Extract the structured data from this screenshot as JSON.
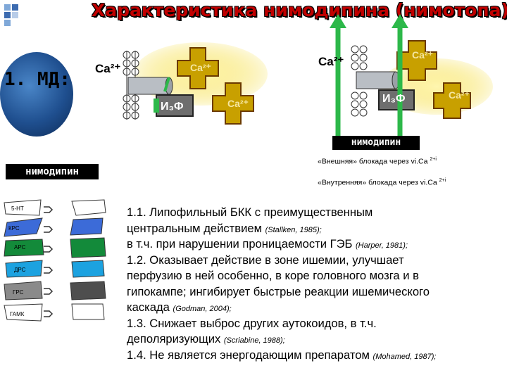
{
  "title": "Характеристика нимодипина (нимотопа)",
  "md_label": "1. МД:",
  "ion_label": "Ca²⁺",
  "ip3_label": "И₃Ф",
  "drug_bar_top": "нимодипин",
  "drug_bar_left": "нимодипин",
  "bullets": [
    {
      "text": "«Внешняя» блокада через vi.Ca ",
      "sup": "2+i"
    },
    {
      "text": "«Внутренняя» блокада через vi.Ca ",
      "sup": "2+i"
    }
  ],
  "cell_types": [
    "5-НТ",
    "КРС",
    "АРС",
    "ДРС",
    "ГРС",
    "ГАМК"
  ],
  "paragraphs": [
    {
      "lines": [
        {
          "text": "1.1. Липофильный БКК с преимущественным",
          "cite": ""
        },
        {
          "text": "центральным действием ",
          "cite": "(Stallken, 1985);"
        },
        {
          "text": " в т.ч. при нарушении проницаемости ГЭБ ",
          "cite": "(Harper, 1981);"
        }
      ]
    },
    {
      "lines": [
        {
          "text": "1.2. Оказывает действие в зоне ишемии, улучшает",
          "cite": ""
        },
        {
          "text": "перфузию в ней особенно, в коре головного мозга и в",
          "cite": ""
        },
        {
          "text": "гипокампе; ингибирует быстрые реакции ишемического",
          "cite": ""
        },
        {
          "text": "каскада  ",
          "cite": "(Godman, 2004);"
        }
      ]
    },
    {
      "lines": [
        {
          "text": "1.3. Снижает выброс других аутокоидов, в т.ч.",
          "cite": ""
        },
        {
          "text": "деполяризующих ",
          "cite": "(Scriabine, 1988);"
        }
      ]
    },
    {
      "lines": [
        {
          "text": "1.4.  Не является энергодающим препаратом ",
          "cite": "(Mohamed, 1987);"
        }
      ]
    }
  ],
  "colors": {
    "title_red": "#c00000",
    "md_blue": "#1f4f8f",
    "arrow_green": "#2db84a",
    "ca_yellow": "#f0d000",
    "ca_dark": "#6b3a00",
    "ip3_gray": "#6e6e6e"
  },
  "icons": [
    "corner-squares-icon",
    "membrane-channel-icon",
    "up-arrow-icon",
    "down-arrow-icon",
    "cell-shape-icon"
  ]
}
